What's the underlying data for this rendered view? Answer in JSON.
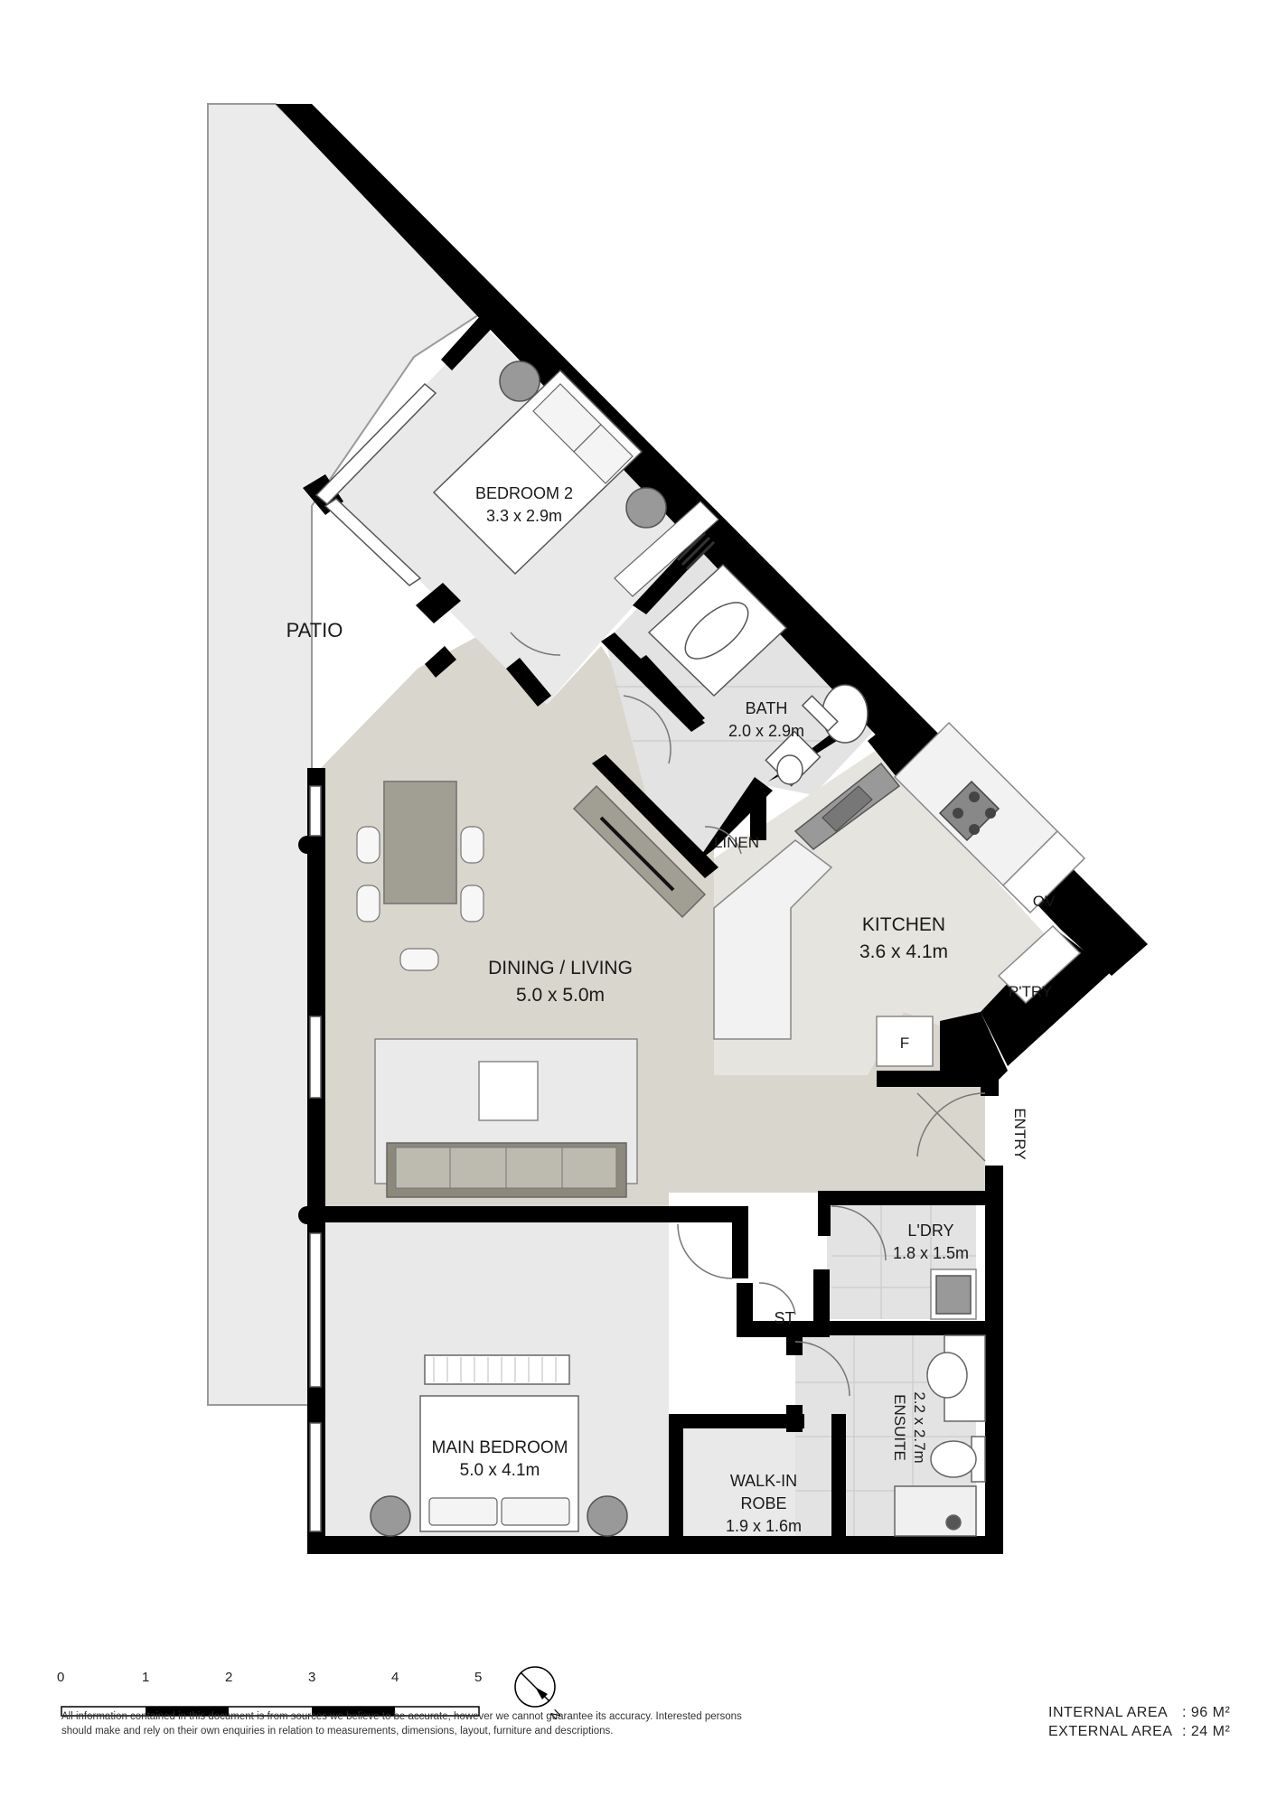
{
  "rooms": {
    "patio": {
      "name": "PATIO"
    },
    "bedroom2": {
      "name": "BEDROOM 2",
      "size": "3.3 x 2.9m"
    },
    "bath": {
      "name": "BATH",
      "size": "2.0 x 2.9m"
    },
    "linen": {
      "name": "LINEN"
    },
    "kitchen": {
      "name": "KITCHEN",
      "size": "3.6 x 4.1m"
    },
    "oven": {
      "name": "OV"
    },
    "pantry": {
      "name": "P'TRY"
    },
    "fridge": {
      "name": "F"
    },
    "dining_living": {
      "name": "DINING / LIVING",
      "size": "5.0 x 5.0m"
    },
    "entry": {
      "name": "ENTRY"
    },
    "laundry": {
      "name": "L'DRY",
      "size": "1.8 x 1.5m"
    },
    "storage": {
      "name": "ST"
    },
    "ensuite": {
      "name": "ENSUITE",
      "size": "2.2 x 2.7m"
    },
    "walk_in_robe": {
      "name_line1": "WALK-IN",
      "name_line2": "ROBE",
      "size": "1.9 x 1.6m"
    },
    "main_bedroom": {
      "name": "MAIN BEDROOM",
      "size": "5.0 x 4.1m"
    }
  },
  "scale_bar": {
    "labels": [
      "0",
      "1",
      "2",
      "3",
      "4",
      "5"
    ]
  },
  "compass": {
    "label": "N"
  },
  "disclaimer": "All information contained in this document is from sources we believe to be accurate, however we cannot guarantee its accuracy. Interested persons should make and rely on their own enquiries in relation to measurements, dimensions, layout, furniture and descriptions.",
  "areas": {
    "internal_label": "INTERNAL AREA",
    "internal_value": ": 96 M²",
    "external_label": "EXTERNAL AREA",
    "external_value": ": 24 M²"
  },
  "colors": {
    "wall": "#000000",
    "floor_wood": "#d9d6cd",
    "floor_light": "#e9e9e9",
    "patio": "#ebebeb",
    "tile": "#e3e3e3",
    "furniture": "#b4b1a6"
  }
}
